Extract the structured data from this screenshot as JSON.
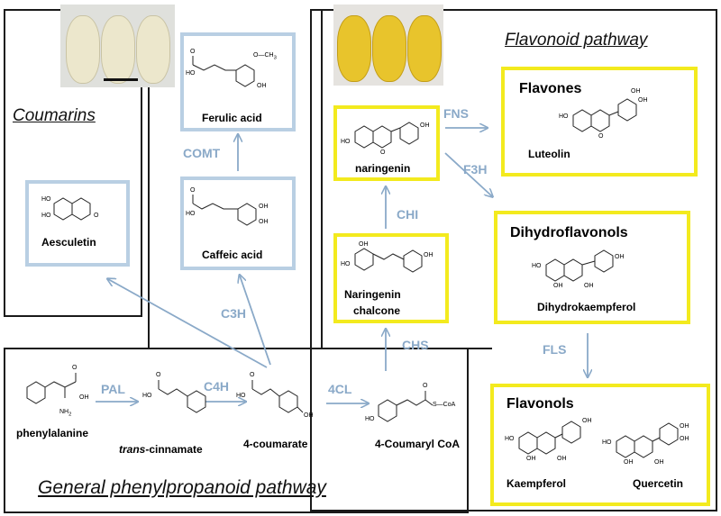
{
  "sections": {
    "coumarins": "Coumarins",
    "flavonoid": "Flavonoid pathway",
    "general": "General phenylpropanoid pathway"
  },
  "enzymes": {
    "pal": "PAL",
    "c4h": "C4H",
    "cl4": "4CL",
    "c3h": "C3H",
    "comt": "COMT",
    "chs": "CHS",
    "chi": "CHI",
    "fns": "FNS",
    "f3h": "F3H",
    "fls": "FLS"
  },
  "compounds": {
    "phenylalanine": "phenylalanine",
    "trans_prefix": "trans",
    "trans_suffix": "-cinnamate",
    "coumarate": "4-coumarate",
    "coumaryl_coa": "4-Coumaryl CoA",
    "caffeic": "Caffeic acid",
    "ferulic": "Ferulic acid",
    "aesculetin": "Aesculetin",
    "naringenin_chalcone_1": "Naringenin",
    "naringenin_chalcone_2": "chalcone",
    "naringenin": "naringenin",
    "luteolin": "Luteolin",
    "dihydrokaempferol": "Dihydrokaempferol",
    "kaempferol": "Kaempferol",
    "quercetin": "Quercetin"
  },
  "classes": {
    "flavones": "Flavones",
    "dihydroflavonols": "Dihydroflavonols",
    "flavonols": "Flavonols"
  },
  "atoms": {
    "OH": "OH",
    "HO": "HO",
    "O": "O",
    "NH2": "NH",
    "sub2": "2",
    "OCH3": "O",
    "CH3": "CH",
    "SCoA": "S—CoA"
  },
  "colors": {
    "blue_box": "#b9cfe3",
    "yellow_box": "#f3ea1e",
    "enzyme_text": "#8aa9c8",
    "arrow": "#8aa9c8",
    "white_fruit": "#ece6c8",
    "yellow_fruit": "#e7c02a"
  }
}
